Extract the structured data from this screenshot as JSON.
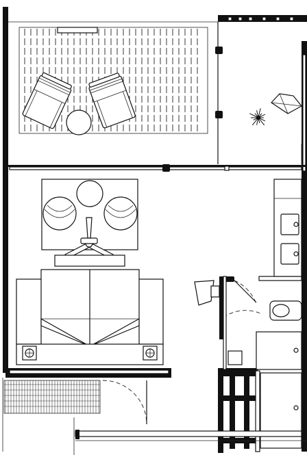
{
  "drawing": {
    "kind": "architectural floor plan",
    "view": "top-down",
    "colors": {
      "line": "#111111",
      "background": "#ffffff",
      "wall_fill": "#111111"
    }
  },
  "rooms": [
    {
      "id": "terrace",
      "furniture": [
        "slatted-deck",
        "lounge-chair",
        "lounge-chair",
        "round-side-table",
        "planter"
      ]
    },
    {
      "id": "bedroom",
      "furniture": [
        "rug",
        "armchair",
        "armchair",
        "round-coffee-table",
        "ceiling-fan",
        "tv-console",
        "double-bed",
        "nightstand-lamp",
        "nightstand-lamp"
      ]
    },
    {
      "id": "bathroom",
      "fixtures": [
        "vanity",
        "sink",
        "sink",
        "toilet",
        "shower"
      ]
    },
    {
      "id": "entry",
      "fixtures": [
        "entrance-door",
        "desk-chair",
        "closet"
      ]
    }
  ]
}
